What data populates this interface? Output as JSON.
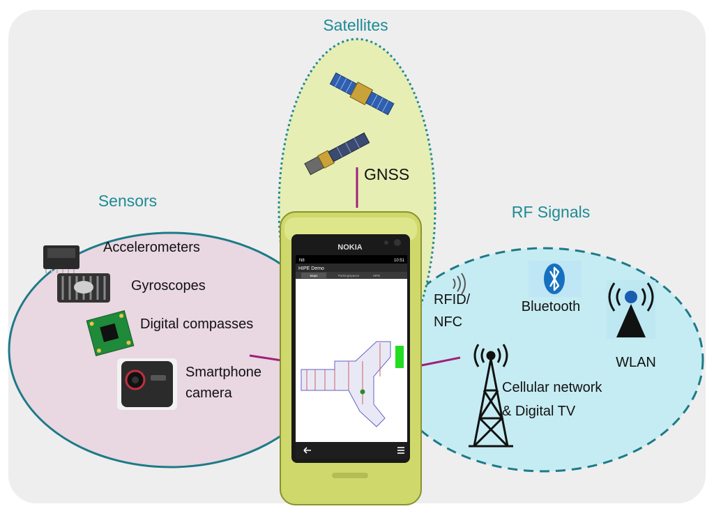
{
  "groups": {
    "satellites": {
      "title": "Satellites",
      "link_label": "GNSS",
      "colors": {
        "fill": "#e6eeb4",
        "border": "#1d8a94"
      }
    },
    "sensors": {
      "title": "Sensors",
      "items": [
        {
          "label": "Accelerometers",
          "icon": "chip-icon"
        },
        {
          "label": "Gyroscopes",
          "icon": "heatsink-chip-icon"
        },
        {
          "label": "Digital compasses",
          "icon": "compass-board-icon"
        },
        {
          "label_lines": [
            "Smartphone",
            "camera"
          ],
          "icon": "camera-icon"
        }
      ],
      "colors": {
        "fill": "#e9d7e1",
        "border": "#1d7a88"
      }
    },
    "rf_signals": {
      "title": "RF Signals",
      "items": [
        {
          "label_lines": [
            "RFID/",
            "NFC"
          ],
          "icon": "rfid-waves-icon"
        },
        {
          "label": "Bluetooth",
          "icon": "bluetooth-icon"
        },
        {
          "label": "WLAN",
          "icon": "wifi-antenna-icon"
        },
        {
          "label_lines": [
            "Cellular network",
            "& Digital TV"
          ],
          "icon": "cell-tower-icon"
        }
      ],
      "colors": {
        "fill": "#c5ecf2",
        "border": "#1d7a88"
      }
    }
  },
  "phone": {
    "brand": "NOKIA",
    "status_left": "N8",
    "status_right": "10:51",
    "app_title": "HIPE Demo",
    "tabs": [
      "Maps",
      "ParkingSpaces",
      "HIPE"
    ],
    "colors": {
      "body": "#cfd86a",
      "screen": "#ffffff",
      "bar": "#222222"
    }
  },
  "colors": {
    "title_text": "#1d8a94",
    "connector": "#a0207a",
    "backdrop": "#eeeeee"
  }
}
